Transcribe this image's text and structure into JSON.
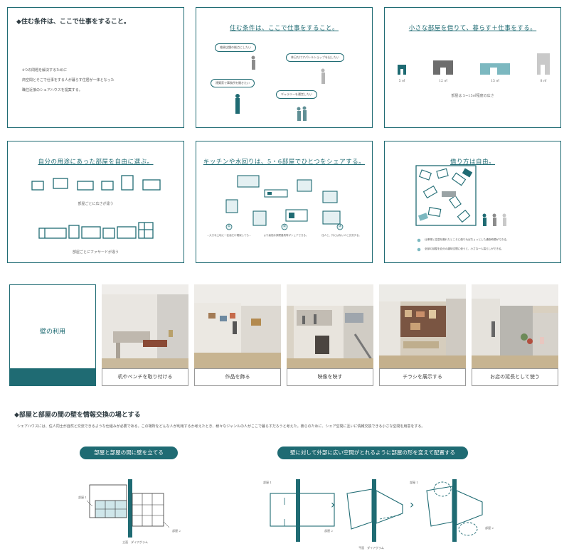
{
  "panels": {
    "p1": {
      "heading": "◆住む条件は、ここで仕事をすること。",
      "line1": "4つの問題を解決するために",
      "line2": "商空間とそこで仕事をする人が暮らす住居が一体となった",
      "line3": "職住近接のシェアハウスを提案する。"
    },
    "p2": {
      "title": "住む条件は、ここで仕事をすること。",
      "bubble1": "雑貨店舗の拠点にしたい",
      "bubble2": "休日だけアパレルショップを出したい",
      "bubble3": "建築家で事務所を開きたい",
      "bubble4": "ギャラリーを運営したい"
    },
    "p3": {
      "title": "小さな部屋を借りて、暮らす＋仕事をする。",
      "sizes": [
        "5 ㎡",
        "12 ㎡",
        "15 ㎡",
        "8 ㎡"
      ],
      "note": "部屋は 5~15㎡程度の広さ"
    },
    "p4": {
      "title": "自分の用途にあった部屋を自由に選ぶ。",
      "caption1": "部屋ごとに広さが違う",
      "caption2": "部屋ごとにファサードが違う"
    },
    "p5": {
      "title": "キッチンや水回りは、5・6部屋でひとつをシェアする。",
      "nums": [
        "①",
        "②",
        "③"
      ],
      "note1": "…大きな土地に一区画だけ確保しても…",
      "note2": "より高価な調理器具等がシェアできる。",
      "note3": "住人と、外にはない人と交流する。"
    },
    "p6": {
      "title": "借り方は自由。",
      "bullet1": "仕事場と住居を離れたところに借りればちょっとした通勤時間ができる。",
      "bullet2": "全部の部屋を自分の趣味空間に使うと、小さな一人暮らしができる。"
    }
  },
  "wall_use": {
    "title": "壁の利用",
    "captions": [
      "机やベンチを取り付ける",
      "作品を飾る",
      "映像を映す",
      "チラシを展示する",
      "お店の延長として使う"
    ]
  },
  "section": {
    "heading": "◆部屋と部屋の間の壁を情報交換の場とする",
    "body": "シェアハウスには、住人同士が自然と交流できるような仕組みが必要である。この場所をどんな人が利用するか考えたとき、様々なジャンルの人がここで暮らすだろうと考えた。彼らのために、シェア空間に互いに情報交換できる小さな空間を用意をする。",
    "pill1": "部屋と部屋の間に壁を立てる",
    "pill2": "壁に対して外部に広い空間がとれるように部屋の形を変えて配置する",
    "diag1_caption": "立面　ダイアグラム",
    "diag2_caption": "平面　ダイアグラム",
    "room1": "部屋 1",
    "room2": "部屋 2",
    "arrow": "›"
  },
  "colors": {
    "accent": "#1f6b73",
    "light": "#a9d3da",
    "gray": "#8c8c8c"
  }
}
